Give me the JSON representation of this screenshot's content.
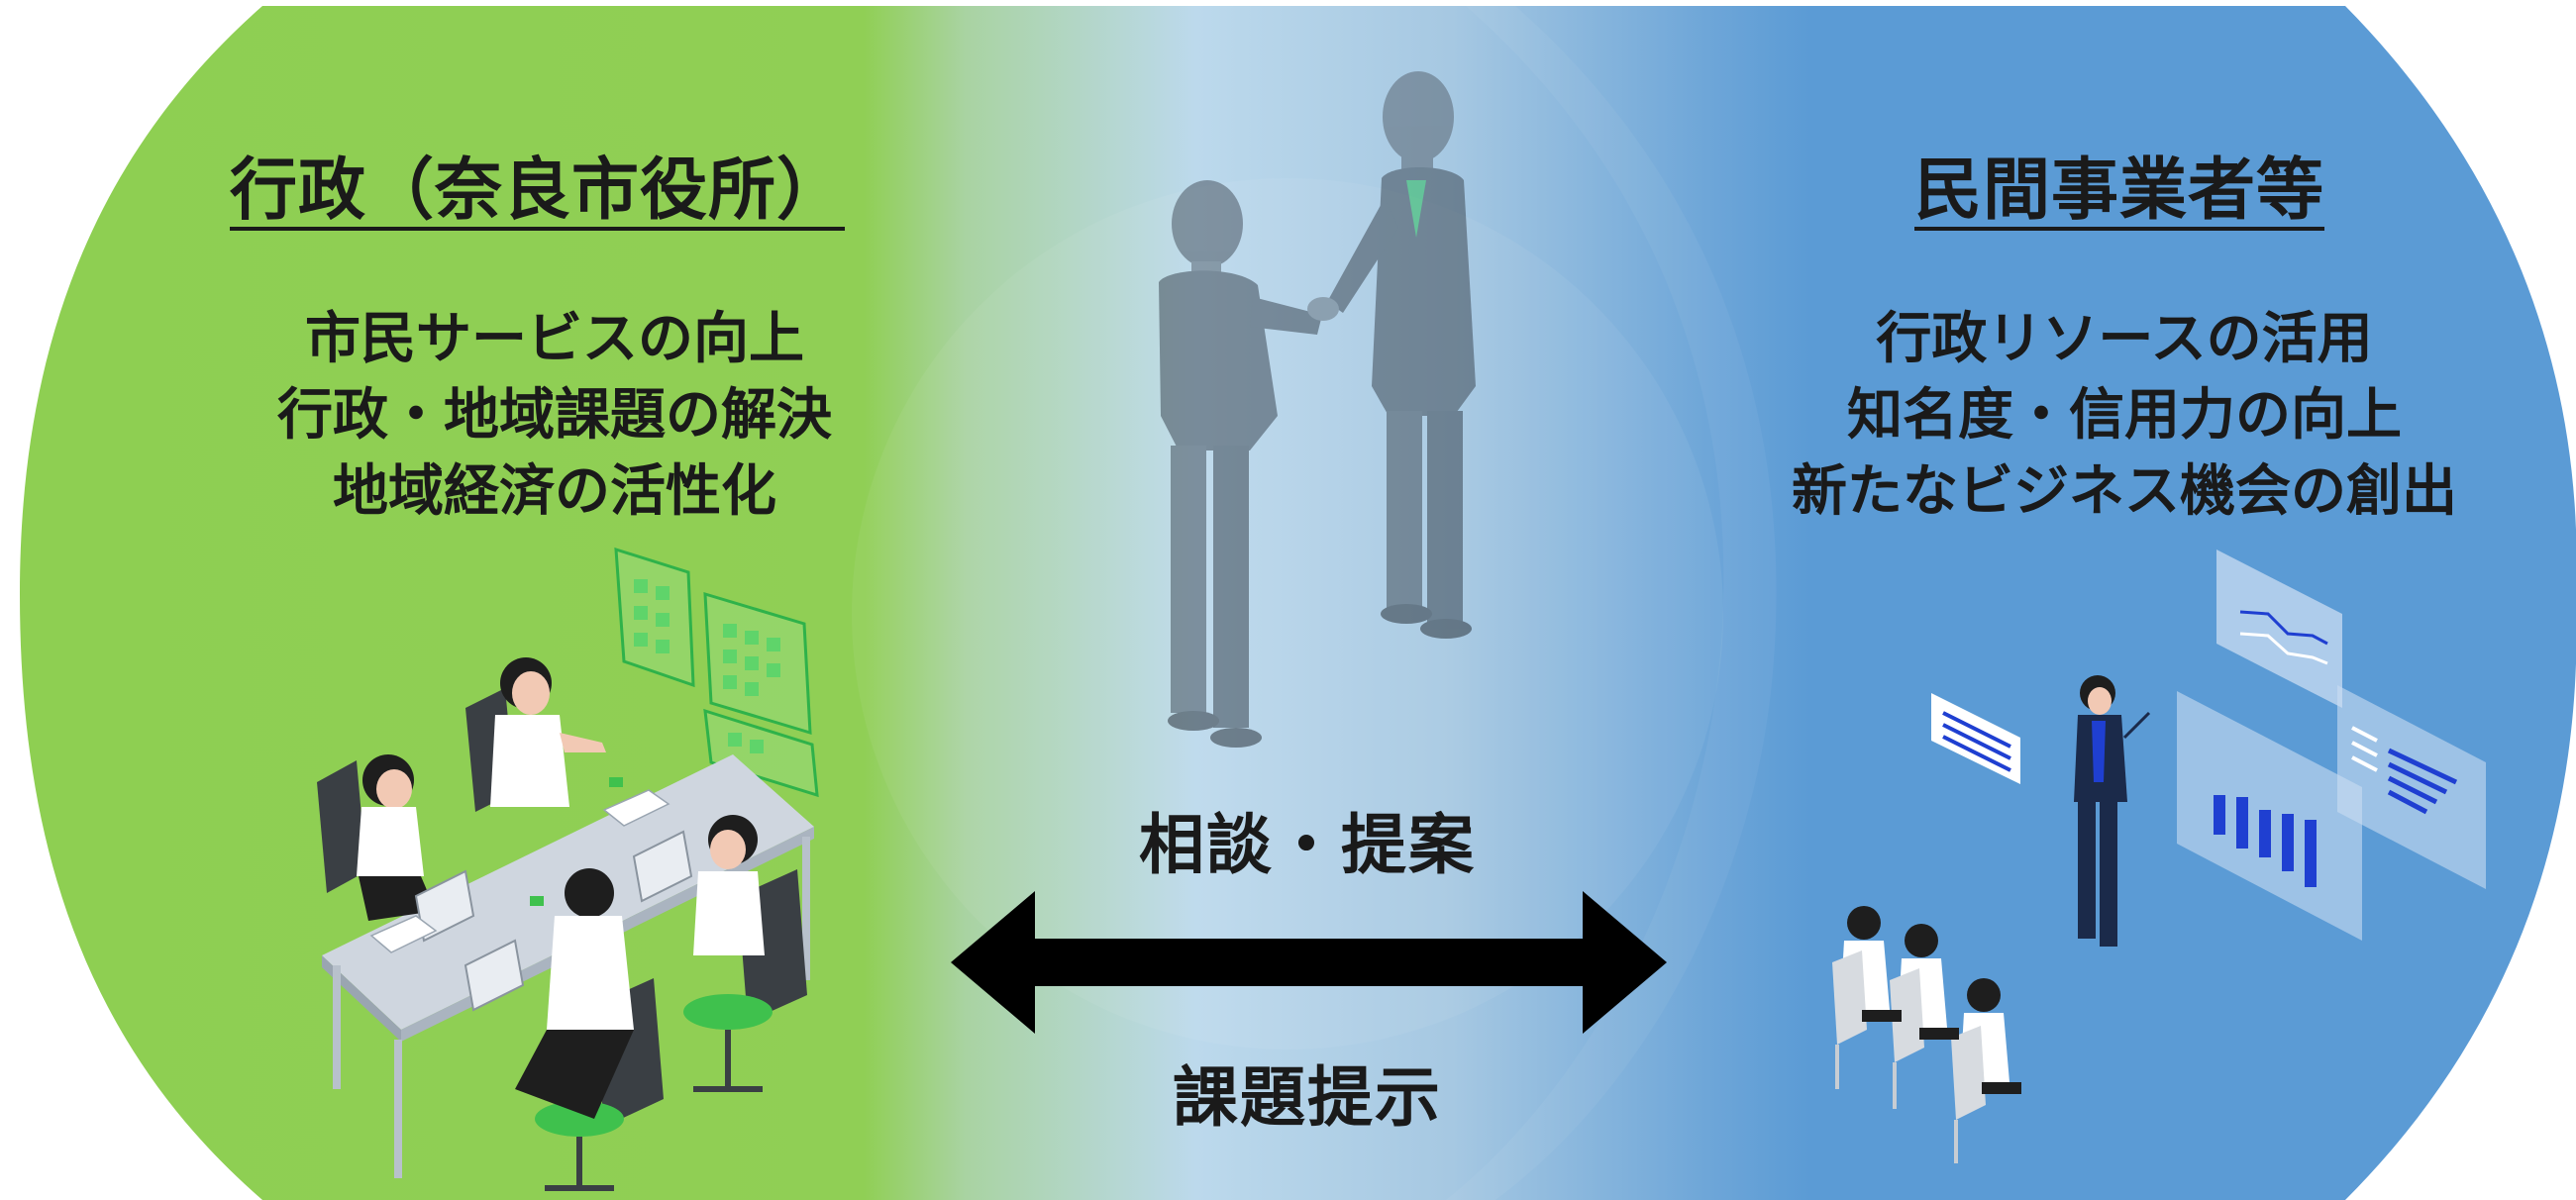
{
  "colors": {
    "left_green": "#8ecf52",
    "right_blue": "#5b9bd5",
    "center_light": "#bcd9ec",
    "text": "#1a1a1a",
    "arrow": "#000000",
    "tie_green": "#2dbd5f",
    "chart_blue": "#1f3fd1"
  },
  "left": {
    "title": "行政（奈良市役所）",
    "benefits": [
      "市民サービスの向上",
      "行政・地域課題の解決",
      "地域経済の活性化"
    ],
    "illustration": "office-meeting-icon"
  },
  "right": {
    "title": "民間事業者等",
    "benefits": [
      "行政リソースの活用",
      "知名度・信用力の向上",
      "新たなビジネス機会の創出"
    ],
    "illustration": "presentation-icon"
  },
  "center": {
    "top_label": "相談・提案",
    "bottom_label": "課題提示",
    "illustration": "handshake-icon",
    "arrow": "double-arrow-icon"
  }
}
